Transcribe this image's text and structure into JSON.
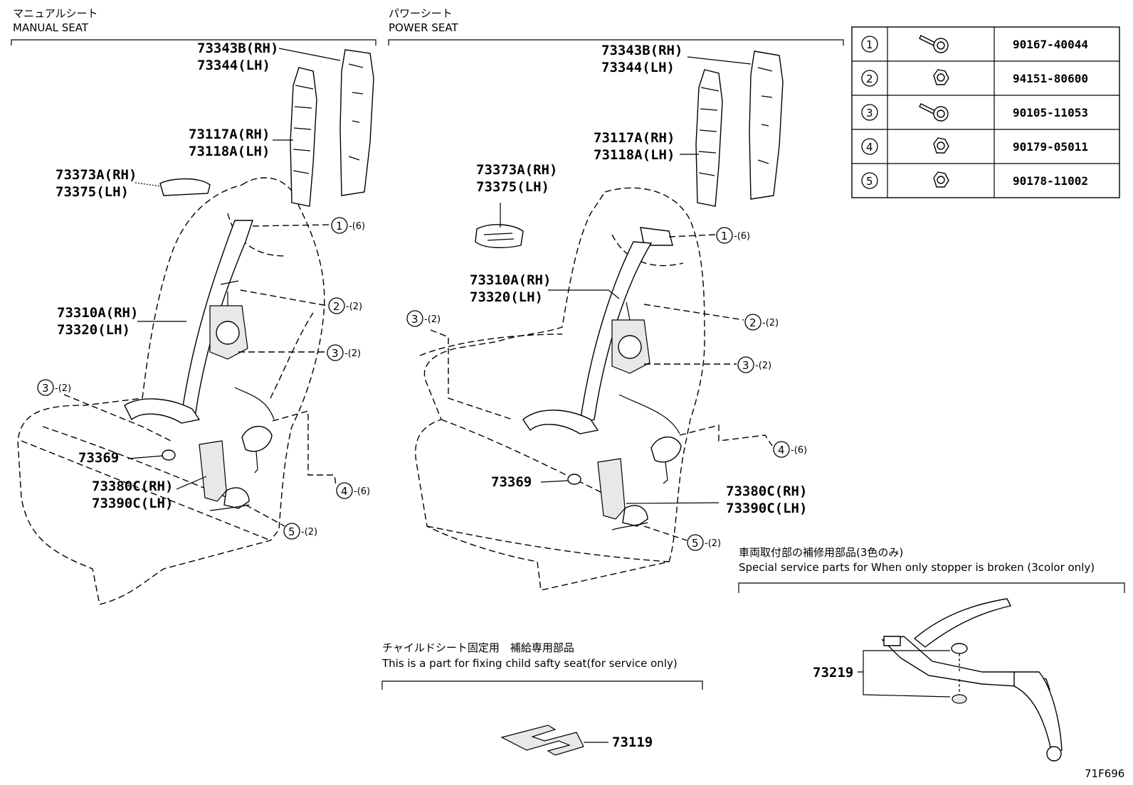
{
  "sections": {
    "manual": {
      "title_jp": "マニュアルシート",
      "title_en": "MANUAL SEAT"
    },
    "power": {
      "title_jp": "パワーシート",
      "title_en": "POWER SEAT"
    },
    "stopper": {
      "title_jp": "車両取付部の補修用部品(3色のみ)",
      "title_en": "Special service parts for When only stopper is broken (3color only)"
    },
    "child": {
      "title_jp": "チャイルドシート固定用　補給専用部品",
      "title_en": "This is a part for fixing child safty seat(for service only)"
    }
  },
  "labels": {
    "m_73343": [
      "73343B(RH)",
      "73344(LH)"
    ],
    "m_73117": [
      "73117A(RH)",
      "73118A(LH)"
    ],
    "m_73373": [
      "73373A(RH)",
      "73375(LH)"
    ],
    "m_73310": [
      "73310A(RH)",
      "73320(LH)"
    ],
    "m_73369": "73369",
    "m_73380": [
      "73380C(RH)",
      "73390C(LH)"
    ],
    "p_73343": [
      "73343B(RH)",
      "73344(LH)"
    ],
    "p_73117": [
      "73117A(RH)",
      "73118A(LH)"
    ],
    "p_73373": [
      "73373A(RH)",
      "73375(LH)"
    ],
    "p_73310": [
      "73310A(RH)",
      "73320(LH)"
    ],
    "p_73369": "73369",
    "p_73380": [
      "73380C(RH)",
      "73390C(LH)"
    ],
    "p_73219": "73219",
    "p_73119": "73119"
  },
  "callouts": {
    "c1": "1",
    "c2": "2",
    "c3": "3",
    "c4": "4",
    "c5": "5",
    "q6": "-(6)",
    "q2": "-(2)"
  },
  "fasteners": [
    {
      "num": "1",
      "part": "90167-40044",
      "icon": "bolt-icon"
    },
    {
      "num": "2",
      "part": "94151-80600",
      "icon": "nut-icon"
    },
    {
      "num": "3",
      "part": "90105-11053",
      "icon": "bolt-icon"
    },
    {
      "num": "4",
      "part": "90179-05011",
      "icon": "nut-icon"
    },
    {
      "num": "5",
      "part": "90178-11002",
      "icon": "nut-icon"
    }
  ],
  "figure_code": "71F696"
}
